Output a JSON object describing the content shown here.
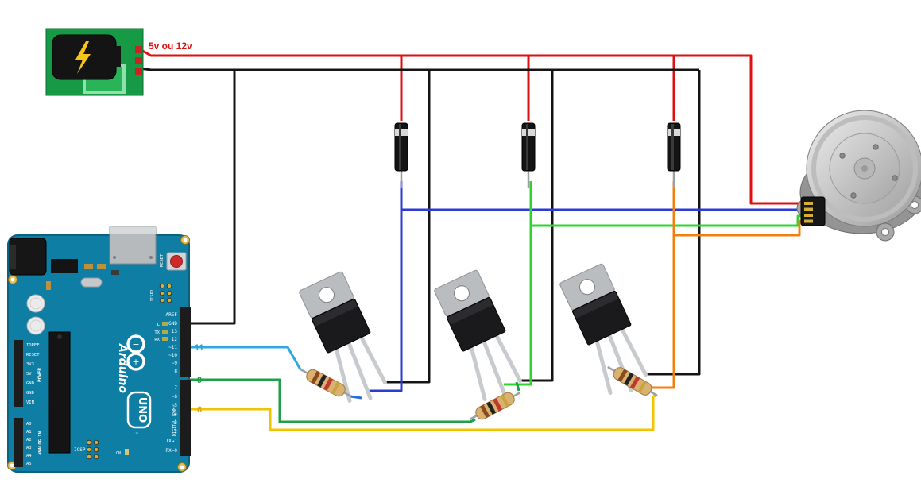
{
  "annotations": {
    "power_label": "5v ou 12v",
    "pin11_label": "11",
    "pin9_label": "9",
    "pin6_label": "6"
  },
  "arduino": {
    "brand": "Arduino",
    "model": "UNO",
    "trademark": "™",
    "reset_label": "RESET",
    "icsp2_label": "ICSP2",
    "icsp_label": "ICSP",
    "on_label": "ON",
    "led_l": "L",
    "led_tx": "TX",
    "led_rx": "RX",
    "digital_section": "DIGITAL (PWM~)",
    "power_section": "POWER",
    "analog_section": "ANALOG IN",
    "logo_plus": "+",
    "logo_minus": "−",
    "dt": [
      "AREF",
      "GND",
      "13",
      "12",
      "~11",
      "~10",
      "~9",
      "8"
    ],
    "db": [
      "7",
      "~6",
      "~5",
      "4",
      "~3",
      "2",
      "TX→1",
      "RX←0"
    ],
    "pw": [
      "IOREF",
      "RESET",
      "3V3",
      "5V",
      "GND",
      "GND",
      "VIN"
    ],
    "an": [
      "A0",
      "A1",
      "A2",
      "A3",
      "A4",
      "A5"
    ]
  },
  "colors": {
    "wire_red": "#dd1111",
    "wire_black": "#141414",
    "wire_blue": "#2b3bd6",
    "wire_cyan": "#2ea8e0",
    "wire_green_phase": "#2fd42f",
    "wire_green_control": "#1ea048",
    "wire_orange": "#f08010",
    "wire_yellow": "#f2c400",
    "board_teal": "#0e7ea4",
    "pcb_green": "#169a45"
  }
}
